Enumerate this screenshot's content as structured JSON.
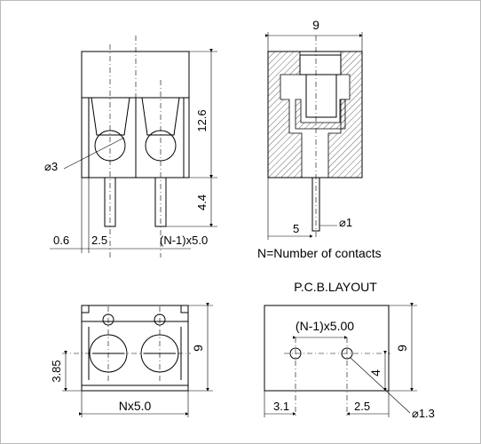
{
  "front_view": {
    "dim_height": "12.6",
    "dim_pin": "4.4",
    "dim_hole": "⌀3",
    "dim_offset": "0.6",
    "dim_pitch": "2.5",
    "dim_series": "(N-1)x5.0"
  },
  "side_view": {
    "dim_width": "9",
    "dim_pin_pos": "5",
    "dim_pin_dia": "⌀1"
  },
  "note": "N=Number of contacts",
  "top_view": {
    "dim_height": "9",
    "dim_offset": "3.85",
    "dim_length": "Nx5.0"
  },
  "pcb_layout": {
    "title": "P.C.B.LAYOUT",
    "dim_series": "(N-1)x5.00",
    "dim_height": "9",
    "dim_row": "4",
    "dim_left": "3.1",
    "dim_right": "2.5",
    "dim_hole": "⌀1.3"
  }
}
